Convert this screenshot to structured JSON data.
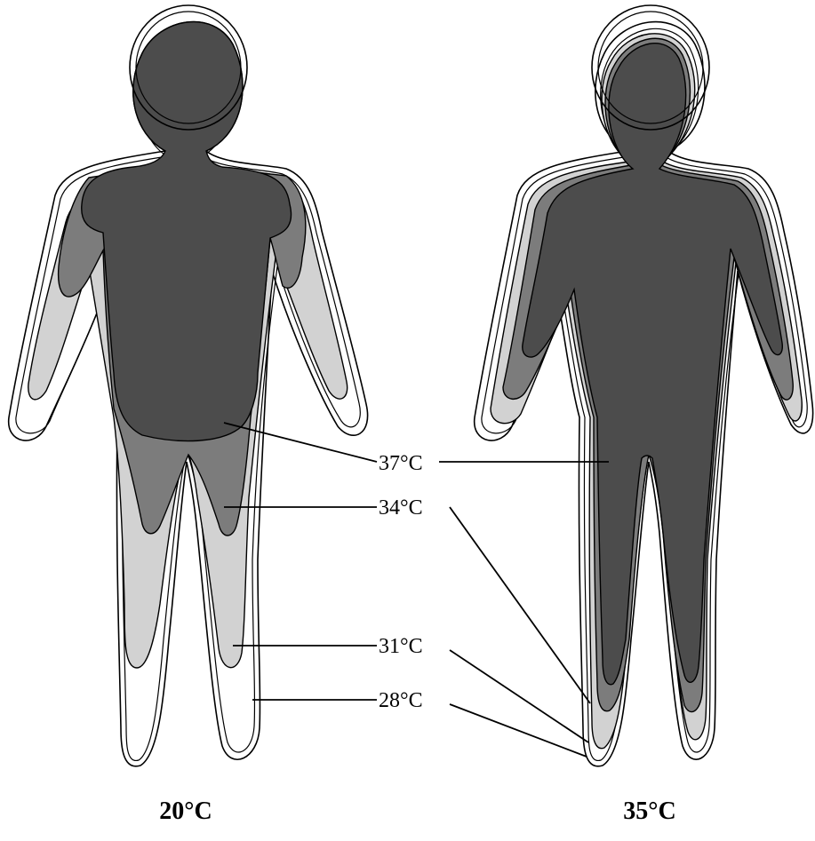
{
  "isotherm_labels": [
    {
      "key": "t37",
      "text": "37°C"
    },
    {
      "key": "t34",
      "text": "34°C"
    },
    {
      "key": "t31",
      "text": "31°C"
    },
    {
      "key": "t28",
      "text": "28°C"
    }
  ],
  "figures": [
    {
      "key": "cold",
      "ambient_label": "20°C"
    },
    {
      "key": "warm",
      "ambient_label": "35°C"
    }
  ],
  "colors": {
    "zone_37": "#4c4c4c",
    "zone_34": "#7c7c7c",
    "zone_31": "#d2d2d2",
    "zone_28": "#ffffff",
    "outline": "#000000"
  }
}
